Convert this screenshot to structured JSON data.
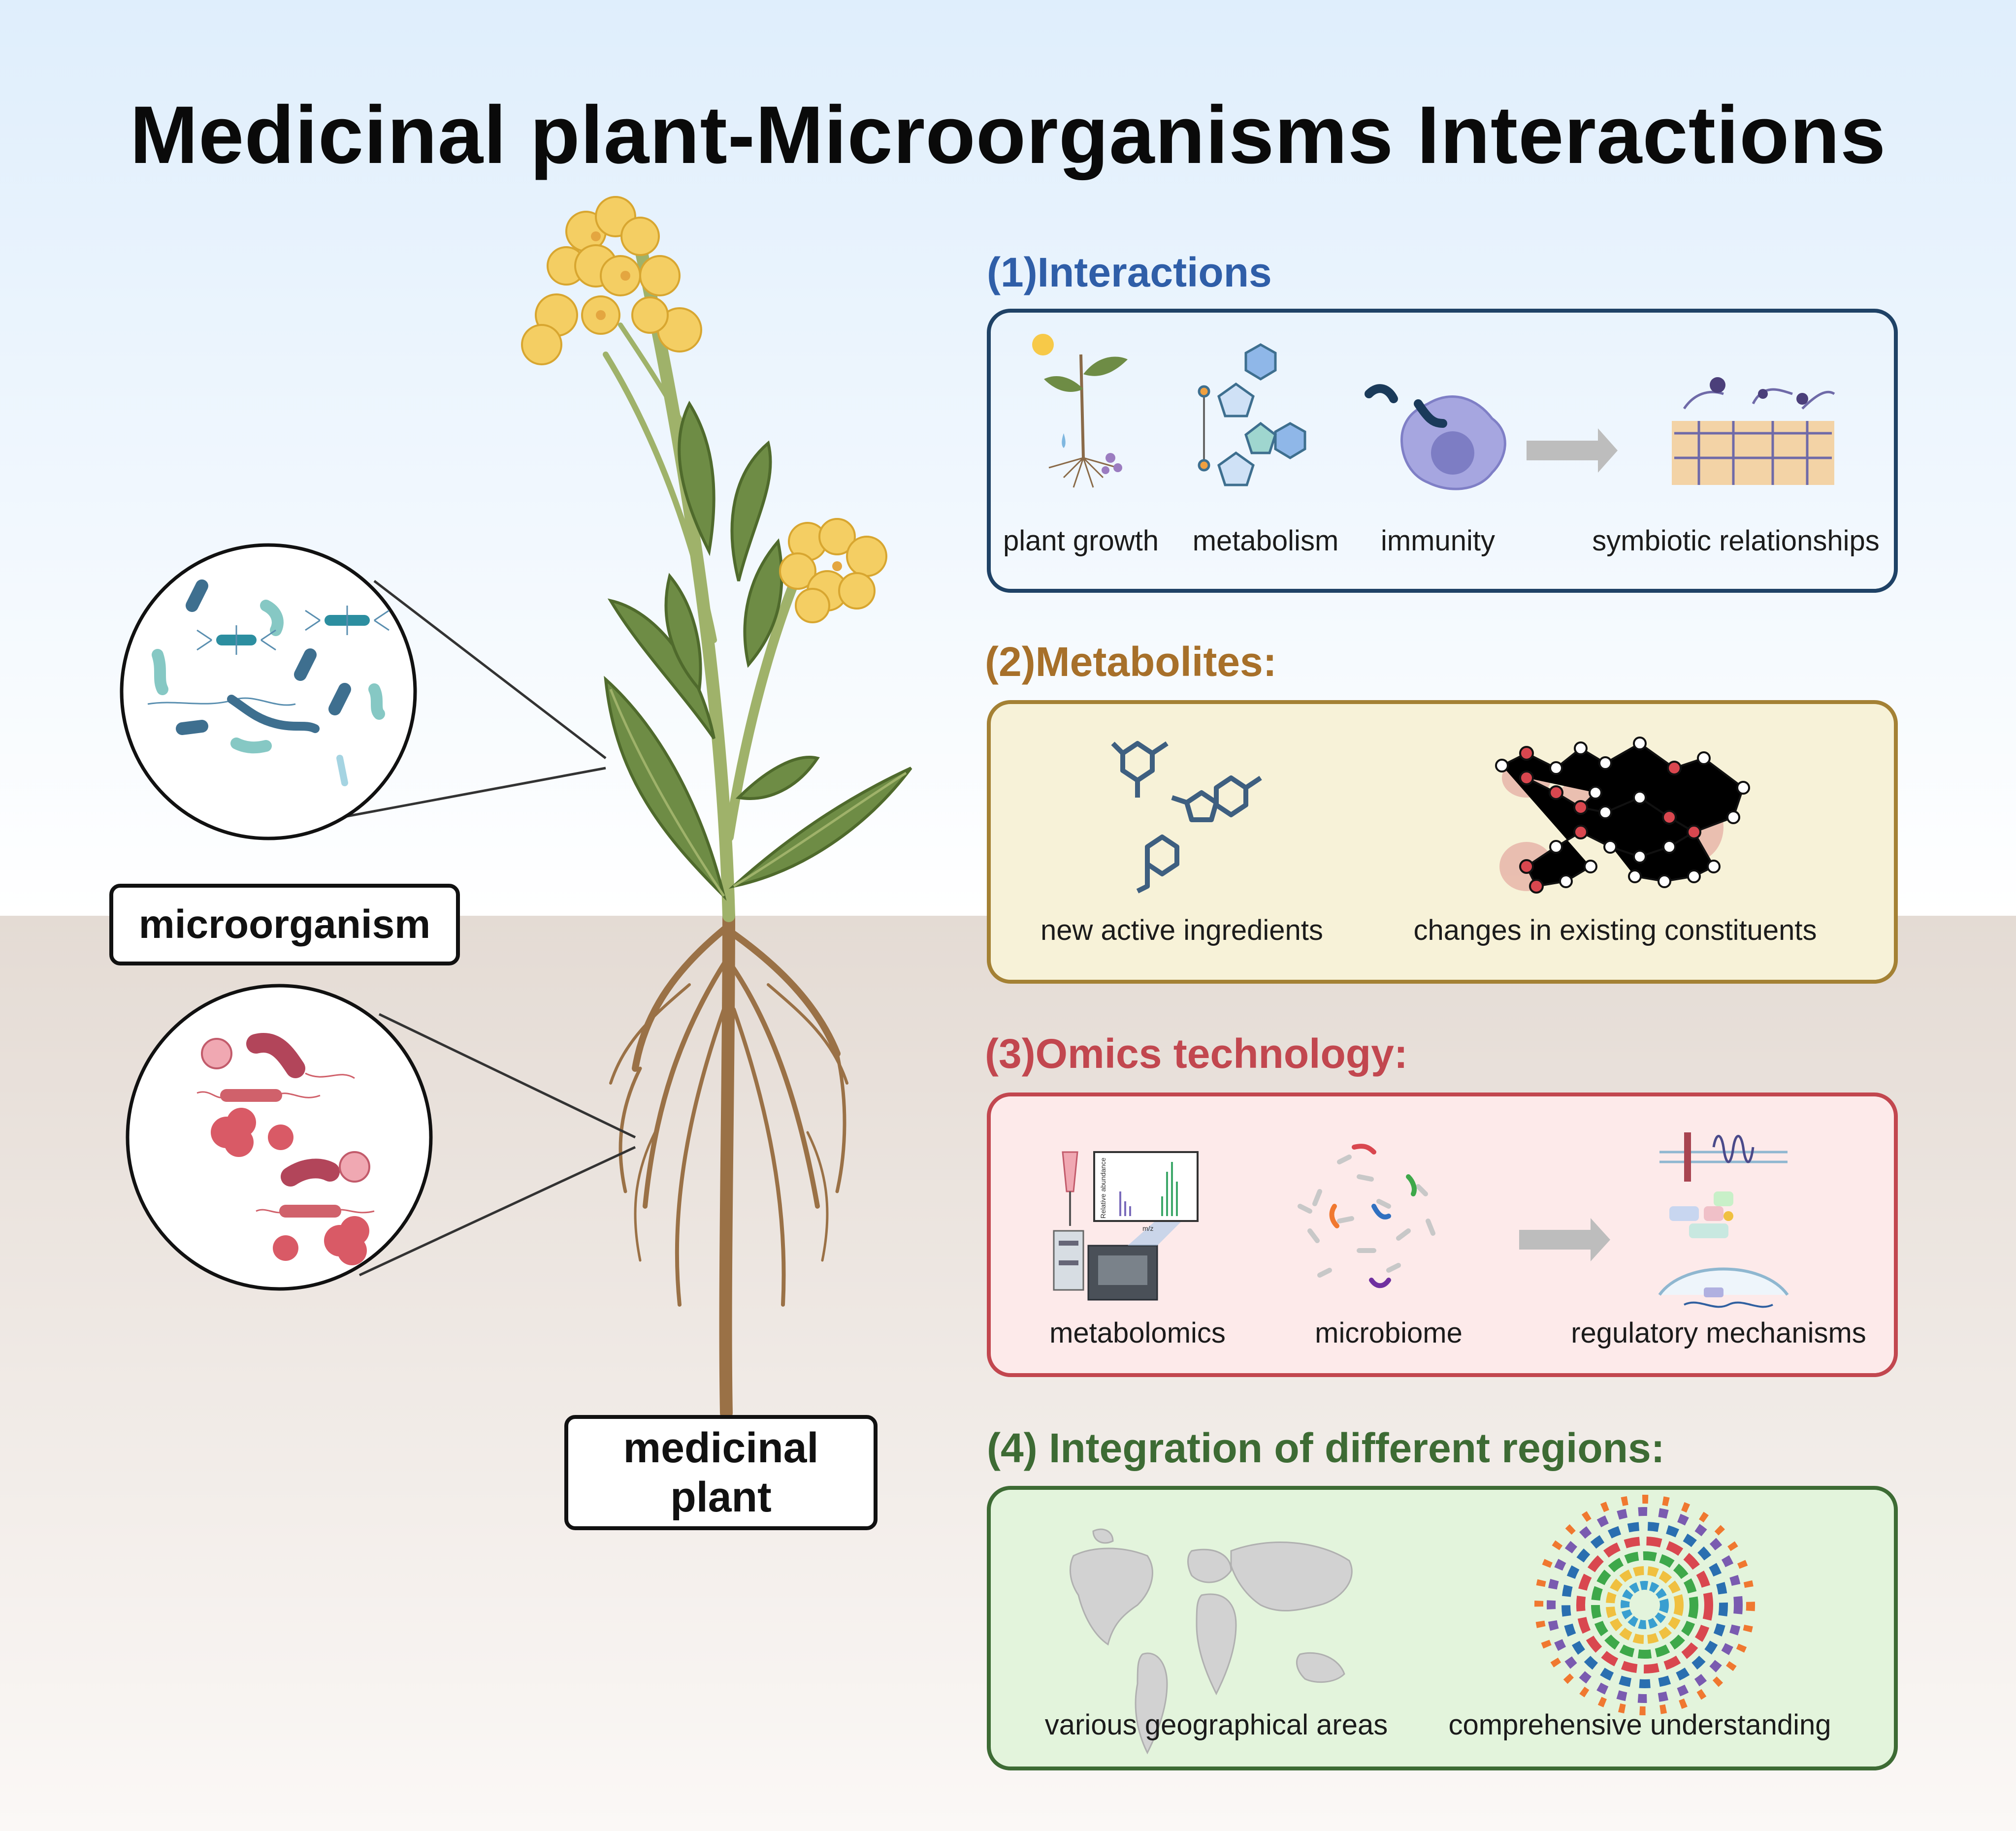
{
  "title": "Medicinal plant-Microorganisms Interactions",
  "labels": {
    "microorganism": "microorganism",
    "medicinal_plant_line1": "medicinal",
    "medicinal_plant_line2": "plant"
  },
  "sections": [
    {
      "heading": "(1)Interactions",
      "color": "#2f5ea8",
      "items": [
        "plant growth",
        "metabolism",
        "immunity",
        "symbiotic relationships"
      ]
    },
    {
      "heading": "(2)Metabolites:",
      "color": "#a7702a",
      "items": [
        "new active ingredients",
        "changes in existing constituents"
      ]
    },
    {
      "heading": "(3)Omics technology:",
      "color": "#c2474f",
      "items": [
        "metabolomics",
        "microbiome",
        "regulatory mechanisms"
      ]
    },
    {
      "heading": "(4) Integration of different regions:",
      "color": "#3d6b34",
      "items": [
        "various geographical areas",
        "comprehensive understanding"
      ]
    }
  ],
  "icons": {
    "interactions": [
      "plant-icon",
      "metabolism-molecule-icon",
      "immune-cell-icon",
      "arrow-right-icon",
      "mycorrhiza-root-icon"
    ],
    "metabolites": [
      "chemical-structure-icon",
      "metabolic-network-icon"
    ],
    "omics": [
      "mass-spectrometry-icon",
      "microbiome-dna-icon",
      "arrow-right-icon",
      "signaling-pathway-icon"
    ],
    "regions": [
      "world-map-icon",
      "circular-diagram-icon"
    ]
  },
  "colors": {
    "sky_top": "#dfeefc",
    "soil": "#e6ded8",
    "panel_interactions_border": "#1f4266",
    "panel_metabolites_bg": "#f7f2d8",
    "panel_metabolites_border": "#a48134",
    "panel_omics_bg": "#fdeaea",
    "panel_omics_border": "#c2474f",
    "panel_regions_bg": "#e3f4dc",
    "panel_regions_border": "#3d6b34"
  },
  "axis_labels": {
    "y": "Relative abundance",
    "x": "m/z"
  }
}
